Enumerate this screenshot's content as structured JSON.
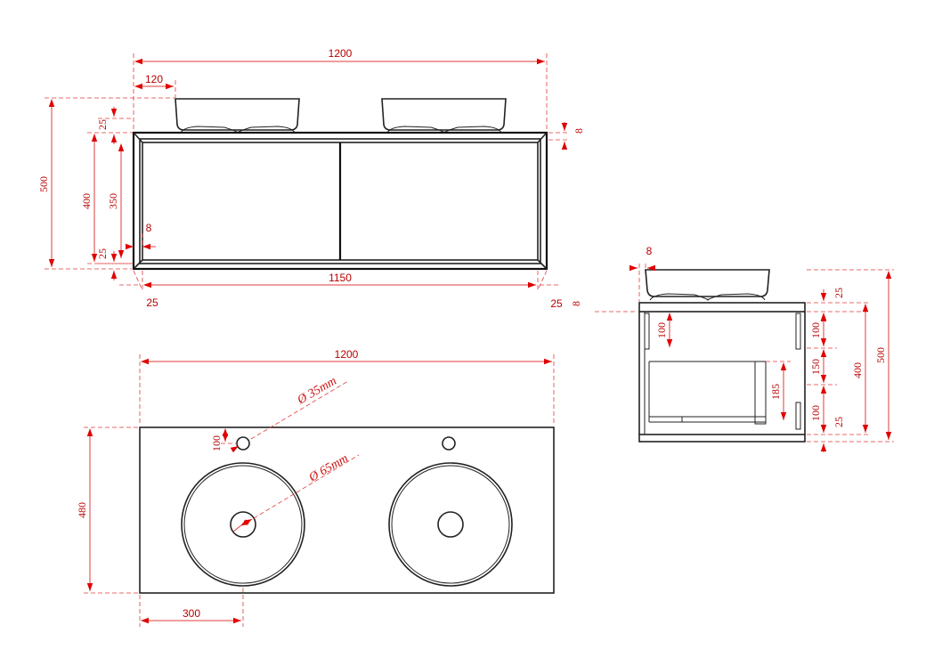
{
  "front": {
    "overall_width": "1200",
    "basin_offset": "120",
    "overall_height": "500",
    "top_thickness": "25",
    "cabinet_height": "400",
    "drawer_height": "350",
    "frame_thickness_side": "8",
    "bottom_gap": "25",
    "inner_width": "1150",
    "left_margin": "25",
    "right_margin": "25",
    "frame_thickness_top": "8",
    "frame_thickness_bottom": "8"
  },
  "side": {
    "frame_thickness": "8",
    "top_thickness": "25",
    "upper_gap": "100",
    "inner_drawer_offset": "100",
    "drawer_height": "150",
    "lower_gap": "100",
    "bottom_thickness": "25",
    "cabinet_height": "400",
    "overall_height": "500",
    "drawer_depth": "185"
  },
  "plan": {
    "overall_width": "1200",
    "depth": "480",
    "tap_hole_offset": "100",
    "tap_hole_diameter": "Ø 35mm",
    "waste_diameter": "Ø 65mm",
    "basin_center_offset": "300"
  }
}
